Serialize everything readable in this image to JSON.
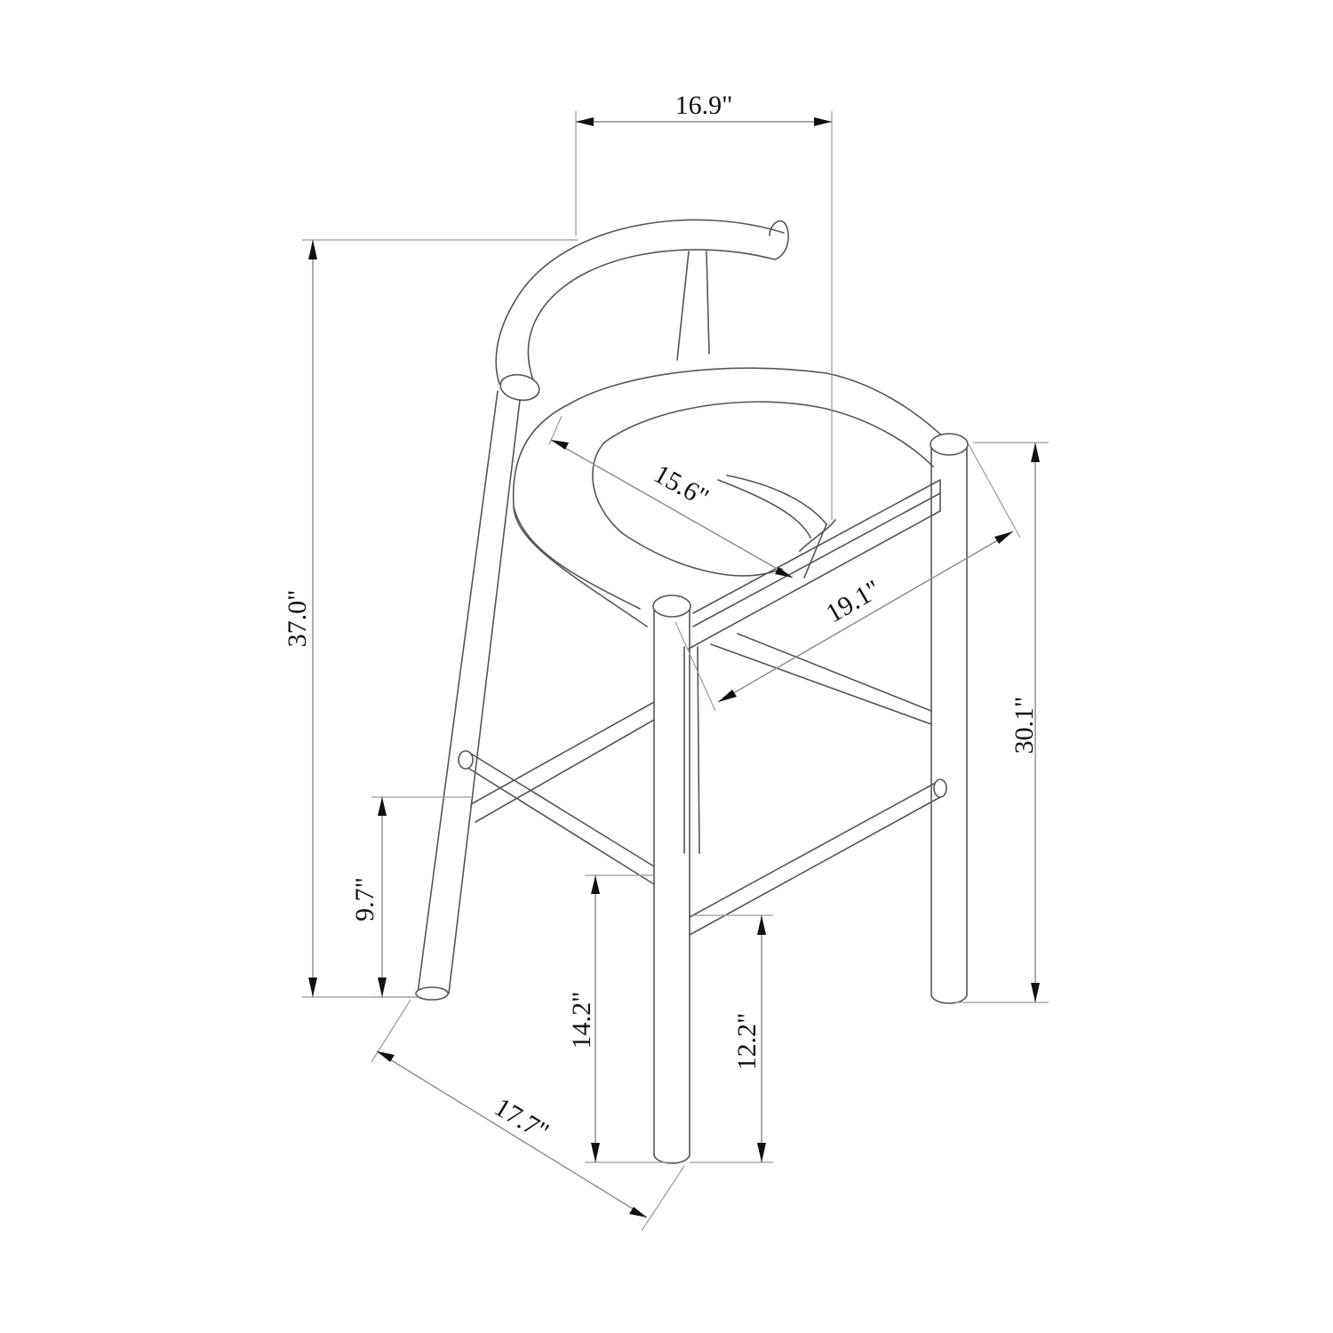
{
  "title": "Bar stool dimension drawing",
  "dimensions": {
    "back_width": "16.9\"",
    "overall_height": "37.0\"",
    "seat_depth": "15.6\"",
    "seat_width": "19.1\"",
    "seat_height": "30.1\"",
    "rear_footrest_height": "9.7\"",
    "front_footrest_height": "14.2\"",
    "side_footrest_height": "12.2\"",
    "base_depth": "17.7\""
  },
  "colors": {
    "line": "#555555",
    "dimension_line": "#8a8a8a",
    "text": "#111111",
    "background": "#ffffff"
  }
}
